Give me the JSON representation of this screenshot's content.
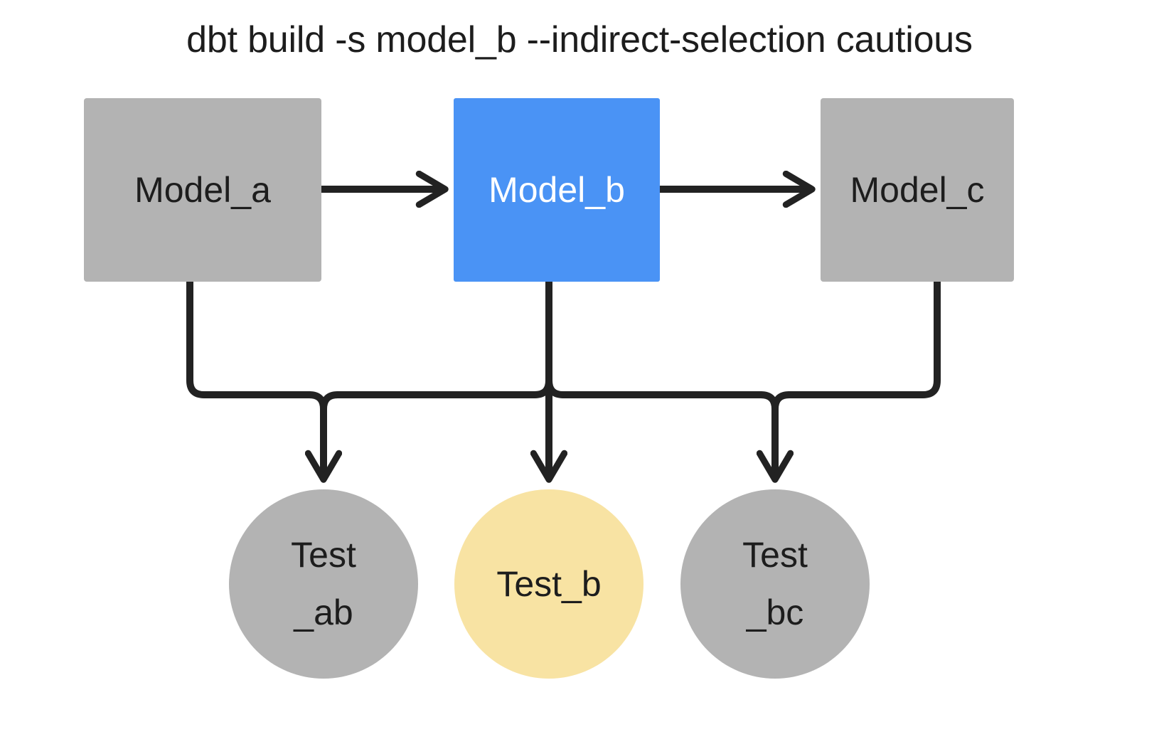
{
  "title": "dbt build -s model_b --indirect-selection cautious",
  "colors": {
    "background": "#ffffff",
    "node_gray": "#b3b3b3",
    "node_blue": "#4a93f5",
    "node_yellow": "#f8e3a3",
    "edge": "#222222",
    "text_dark": "#1d1d1d",
    "text_light": "#ffffff"
  },
  "nodes": {
    "model_a": {
      "label": "Model_a",
      "shape": "rect",
      "fill": "#b3b3b3"
    },
    "model_b": {
      "label": "Model_b",
      "shape": "rect",
      "fill": "#4a93f5"
    },
    "model_c": {
      "label": "Model_c",
      "shape": "rect",
      "fill": "#b3b3b3"
    },
    "test_ab": {
      "label_line1": "Test",
      "label_line2": "_ab",
      "shape": "circle",
      "fill": "#b3b3b3"
    },
    "test_b": {
      "label_line1": "Test_b",
      "label_line2": "",
      "shape": "circle",
      "fill": "#f8e3a3"
    },
    "test_bc": {
      "label_line1": "Test",
      "label_line2": "_bc",
      "shape": "circle",
      "fill": "#b3b3b3"
    }
  },
  "edges": [
    {
      "name": "model-a-to-model-b",
      "from": "model_a",
      "to": "model_b",
      "style": "arrow-right"
    },
    {
      "name": "model-b-to-model-c",
      "from": "model_b",
      "to": "model_c",
      "style": "arrow-right"
    },
    {
      "name": "model-a-to-test-ab",
      "from": "model_a",
      "to": "test_ab",
      "style": "elbow-arrow-down"
    },
    {
      "name": "model-b-to-test-ab",
      "from": "model_b",
      "to": "test_ab",
      "style": "elbow-arrow-down"
    },
    {
      "name": "model-b-to-test-b",
      "from": "model_b",
      "to": "test_b",
      "style": "arrow-down"
    },
    {
      "name": "model-b-to-test-bc",
      "from": "model_b",
      "to": "test_bc",
      "style": "elbow-arrow-down"
    },
    {
      "name": "model-c-to-test-bc",
      "from": "model_c",
      "to": "test_bc",
      "style": "elbow-arrow-down"
    }
  ]
}
